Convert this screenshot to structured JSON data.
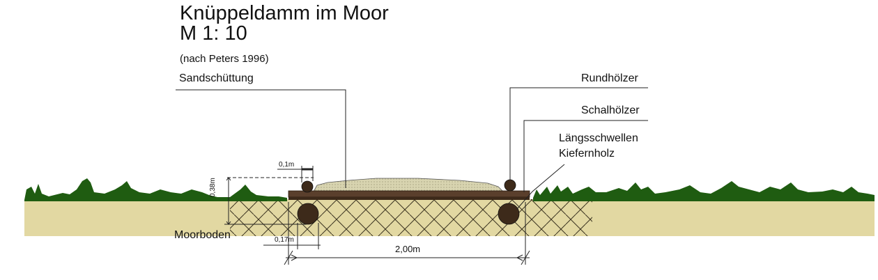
{
  "title": {
    "line1": "Knüppeldamm im Moor",
    "line2": "M 1: 10",
    "source": "(nach Peters 1996)"
  },
  "labels": {
    "sandschuettung": "Sandschüttung",
    "rundhoelzer": "Rundhölzer",
    "schalhoelzer": "Schalhölzer",
    "laengsschwellen_line1": "Längsschwellen",
    "laengsschwellen_line2": "Kiefernholz",
    "moorboden": "Moorboden"
  },
  "dimensions": {
    "width_total": "2,00m",
    "rundholz_diameter": "0,1m",
    "schwelle_diameter": "0,17m",
    "height": "0,38m"
  },
  "colors": {
    "sand": "#e2d8a2",
    "vegetation": "#1f5c11",
    "timber": "#3d2a1a",
    "plank": "#5a3f2c",
    "sand_fill": "#d6d2ae"
  }
}
